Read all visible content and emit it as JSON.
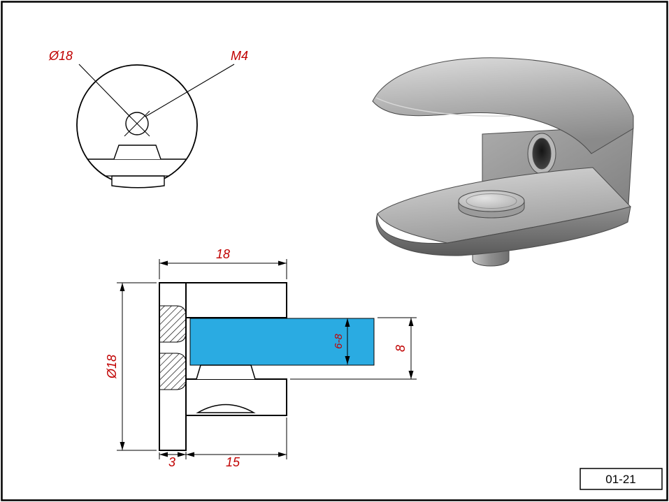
{
  "drawing": {
    "title_block": {
      "part_code": "01-21"
    },
    "front_view": {
      "diameter_label": "Ø18",
      "thread_label": "M4"
    },
    "section_view": {
      "width": "18",
      "body_diameter": "Ø18",
      "glass_thickness": "6-8",
      "slot_height": "8",
      "back_thickness": "3",
      "jaw_depth": "15"
    },
    "colors": {
      "dimension_text": "#c00000",
      "glass_fill": "#2aabe2"
    }
  }
}
